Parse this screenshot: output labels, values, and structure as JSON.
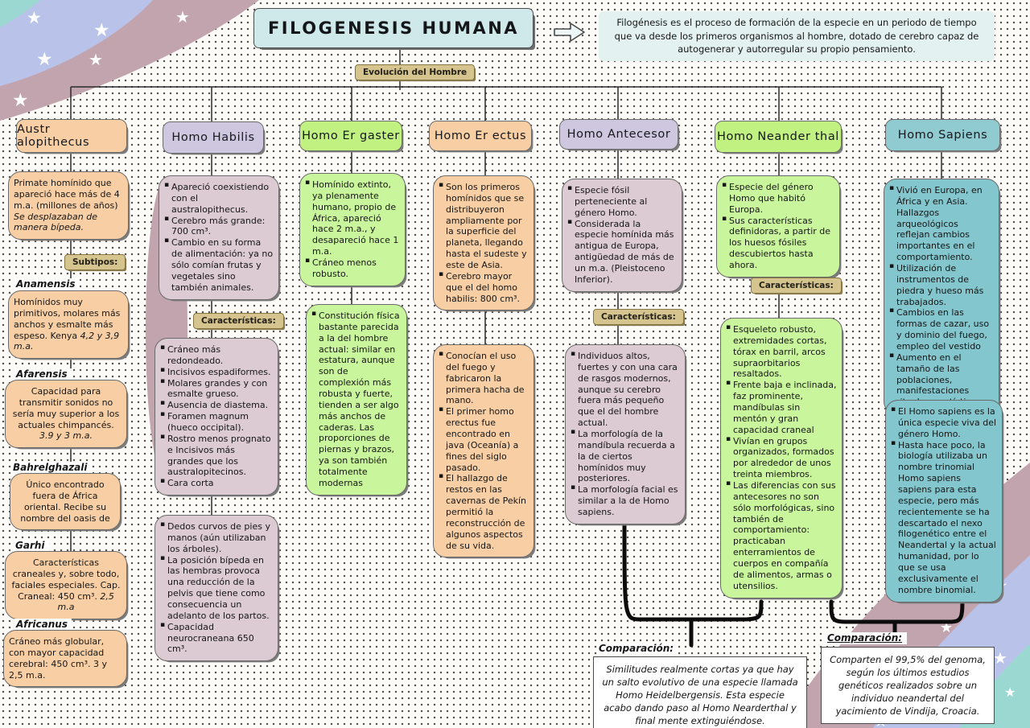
{
  "title": "FILOGENESIS HUMANA",
  "intro": "Filogénesis es el proceso de formación de la especie en un periodo de tiempo que va desde los primeros organismos al hombre, dotado de cerebro capaz de autogenerar y autorregular su propio pensamiento.",
  "root_label": "Evolución del Hombre",
  "labels": {
    "subtipos": "Subtipos:",
    "caracteristicas": "Características:"
  },
  "australopithecus": {
    "header": "Austr alopithecus",
    "intro_text": "Primate homínido que apareció hace más de 4 m.a. (millones de años) ",
    "intro_italic": "Se desplazaban de manera bípeda.",
    "subtypes": [
      {
        "name": "Anamensis",
        "text": "Homínidos muy primitivos, molares más anchos y esmalte más espeso. Kenya ",
        "italic": "4,2 y 3,9 m.a."
      },
      {
        "name": "Afarensis",
        "text": "Capacidad para transmitir sonidos no sería muy superior a los actuales chimpancés. ",
        "italic": "3.9 y 3 m.a."
      },
      {
        "name": "Bahrelghazali",
        "text": "Único encontrado fuera de África oriental. Recibe su nombre del oasis de",
        "italic": ""
      },
      {
        "name": "Garhi",
        "text": "Características craneales y, sobre todo, faciales especiales. Cap. Craneal: 450 cm³. ",
        "italic": "2,5 m.a"
      },
      {
        "name": "Africanus",
        "text": "Cráneo más globular, con mayor capacidad cerebral: 450 cm³. 3 y 2,5 m.a.",
        "italic": ""
      }
    ]
  },
  "habilis": {
    "header": "Homo Habilis",
    "box1": [
      "Apareció coexistiendo con el australopithecus.",
      "Cerebro más grande: 700 cm³.",
      "Cambio en su forma de alimentación: ya no sólo comían frutas y vegetales sino también animales."
    ],
    "box2": [
      "Cráneo más redondeado.",
      "Incisivos espadiformes.",
      "Molares grandes y con esmalte grueso.",
      "Ausencia de diastema.",
      "Foramen magnum (hueco occipital).",
      "Rostro menos prognato e Incisivos más grandes que los australopitecinos.",
      "Cara corta"
    ],
    "box3": [
      "Dedos curvos de pies y manos (aún utilizaban los árboles).",
      "La posición bípeda en las hembras provoca una reducción de la pelvis que tiene como consecuencia un adelanto de los partos.",
      "Capacidad neurocraneana 650 cm³."
    ]
  },
  "ergaster": {
    "header": "Homo Er gaster",
    "box1": [
      "Homínido extinto, ya plenamente humano, propio de África, apareció hace 2 m.a., y desapareció hace 1 m.a.",
      "Cráneo menos robusto."
    ],
    "box2": [
      "Constitución física bastante parecida a la del hombre actual: similar en estatura, aunque son de complexión más robusta y fuerte, tienden a ser algo más anchos de caderas. Las proporciones de piernas y brazos, ya son también totalmente modernas"
    ]
  },
  "erectus": {
    "header": "Homo Er ectus",
    "box1": [
      "Son los primeros homínidos que se distribuyeron ampliamente por la superficie del planeta, llegando hasta el sudeste y este de Asia.",
      "Cerebro mayor que el del homo habilis: 800 cm³."
    ],
    "box2": [
      "Conocían el uso del fuego y fabricaron la primera hacha de mano.",
      "El primer homo erectus fue encontrado en java (Oceanía) a fines del siglo pasado.",
      "El hallazgo de restos en las cavernas de Pekín permitió la reconstrucción de algunos aspectos de su vida."
    ]
  },
  "antecesor": {
    "header": "Homo Antecesor",
    "box1": [
      "Especie fósil perteneciente al género Homo.",
      "Considerada la especie homínida más antigua de Europa, antigüedad de más de un m.a. (Pleistoceno Inferior)."
    ],
    "box2": [
      "Individuos altos, fuertes y con una cara de rasgos modernos, aunque su cerebro fuera más pequeño que el del hombre actual.",
      "La morfología de la mandíbula recuerda a la de ciertos homínidos muy posteriores.",
      "La morfología facial es similar a la de Homo sapiens."
    ]
  },
  "neanderthal": {
    "header": "Homo Neander thal",
    "box1": [
      "Especie del género Homo que habitó Europa.",
      "Sus características definidoras, a partir de los huesos fósiles descubiertos hasta ahora."
    ],
    "box2": [
      "Esqueleto robusto, extremidades cortas, tórax en barril, arcos supraorbitarios resaltados.",
      "Frente baja e inclinada, faz prominente, mandíbulas sin mentón y gran capacidad craneal",
      "Vivían en grupos organizados, formados por alrededor de unos treinta miembros.",
      "Las diferencias con sus antecesores no son sólo morfológicas, sino también de comportamiento: practicaban enterramientos de cuerpos en compañía de alimentos, armas o utensilios."
    ]
  },
  "sapiens": {
    "header": "Homo Sapiens",
    "box1": [
      "Vivió en Europa, en África y en Asia. Hallazgos arqueológicos reflejan cambios importantes en el comportamiento.",
      "Utilización de instrumentos de piedra y hueso más trabajados.",
      "Cambios en las formas de cazar, uso y dominio del fuego, empleo del vestido",
      "Aumento en el tamaño de las poblaciones, manifestaciones rituales y artísticas"
    ],
    "box2": [
      "El Homo sapiens es la única especie viva del género Homo.",
      "Hasta hace poco, la biología utilizaba un nombre trinomial Homo sapiens sapiens para esta especie, pero más recientemente se ha descartado el nexo filogenético entre el Neandertal y la actual humanidad, por lo que se usa exclusivamente el nombre binomial."
    ]
  },
  "comparisons": [
    {
      "label": "Comparación:",
      "text": "Similitudes realmente cortas ya que hay un salto evolutivo de una especie llamada Homo Heidelbergensis. Esta especie acabo dando paso al Homo Nearderthal y final mente extinguiéndose."
    },
    {
      "label": "Comparación:",
      "text": "Comparten el 99,5% del genoma, según los últimos estudios genéticos realizados sobre un individuo neandertal del yacimiento de Vindija, Croacia."
    }
  ],
  "colors": {
    "peach": "#f8cfa5",
    "mauve": "#dccbd3",
    "lavender": "#cfc7e0",
    "green": "#c9f59d",
    "green_header": "#c1f281",
    "teal": "#84c6cd",
    "teal_header": "#90cbd1",
    "tan": "#d5c48e",
    "title_bg": "#cfe9ea",
    "desc_bg": "#e3f1f1",
    "deco_mauve": "#c2a4af",
    "deco_periwinkle": "#b9c3ea",
    "deco_teal": "#9cd8d2"
  }
}
